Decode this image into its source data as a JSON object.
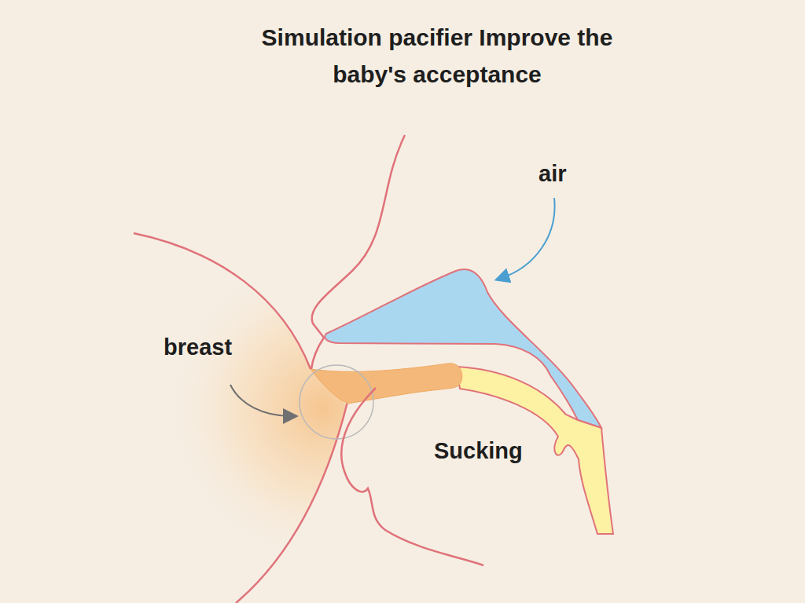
{
  "diagram": {
    "title": "Simulation pacifier Improve the baby's acceptance",
    "labels": [
      "air",
      "breast",
      "Sucking"
    ]
  }
}
